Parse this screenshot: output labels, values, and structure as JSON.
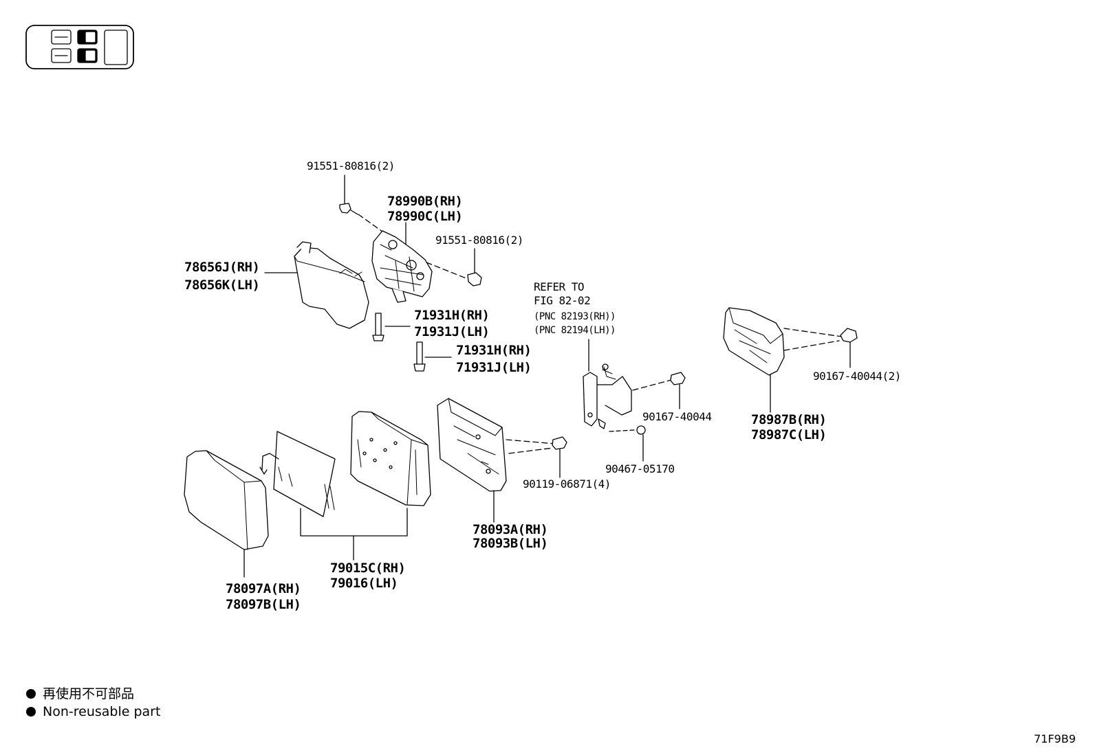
{
  "parts": {
    "p_91551_top": "91551-80816(2)",
    "p_78990b": "78990B(RH)",
    "p_78990c": "78990C(LH)",
    "p_91551_mid": "91551-80816(2)",
    "p_78656j": "78656J(RH)",
    "p_78656k": "78656K(LH)",
    "p_71931h_a": "71931H(RH)",
    "p_71931j_a": "71931J(LH)",
    "p_71931h_b": "71931H(RH)",
    "p_71931j_b": "71931J(LH)",
    "ref_1": "REFER TO",
    "ref_2": "FIG 82-02",
    "ref_3": "(PNC 82193(RH))",
    "ref_4": "(PNC 82194(LH))",
    "p_90167_right": "90167-40044(2)",
    "p_78987b": "78987B(RH)",
    "p_78987c": "78987C(LH)",
    "p_90167_mid": "90167-40044",
    "p_90467": "90467-05170",
    "p_90119": "90119-06871(4)",
    "p_78093a": "78093A(RH)",
    "p_78093b": "78093B(LH)",
    "p_79015c": "79015C(RH)",
    "p_79016": "79016(LH)",
    "p_78097a": "78097A(RH)",
    "p_78097b": "78097B(LH)"
  },
  "legend": {
    "jp": "再使用不可部品",
    "en": "Non-reusable part"
  },
  "figure_code": "71F9B9"
}
